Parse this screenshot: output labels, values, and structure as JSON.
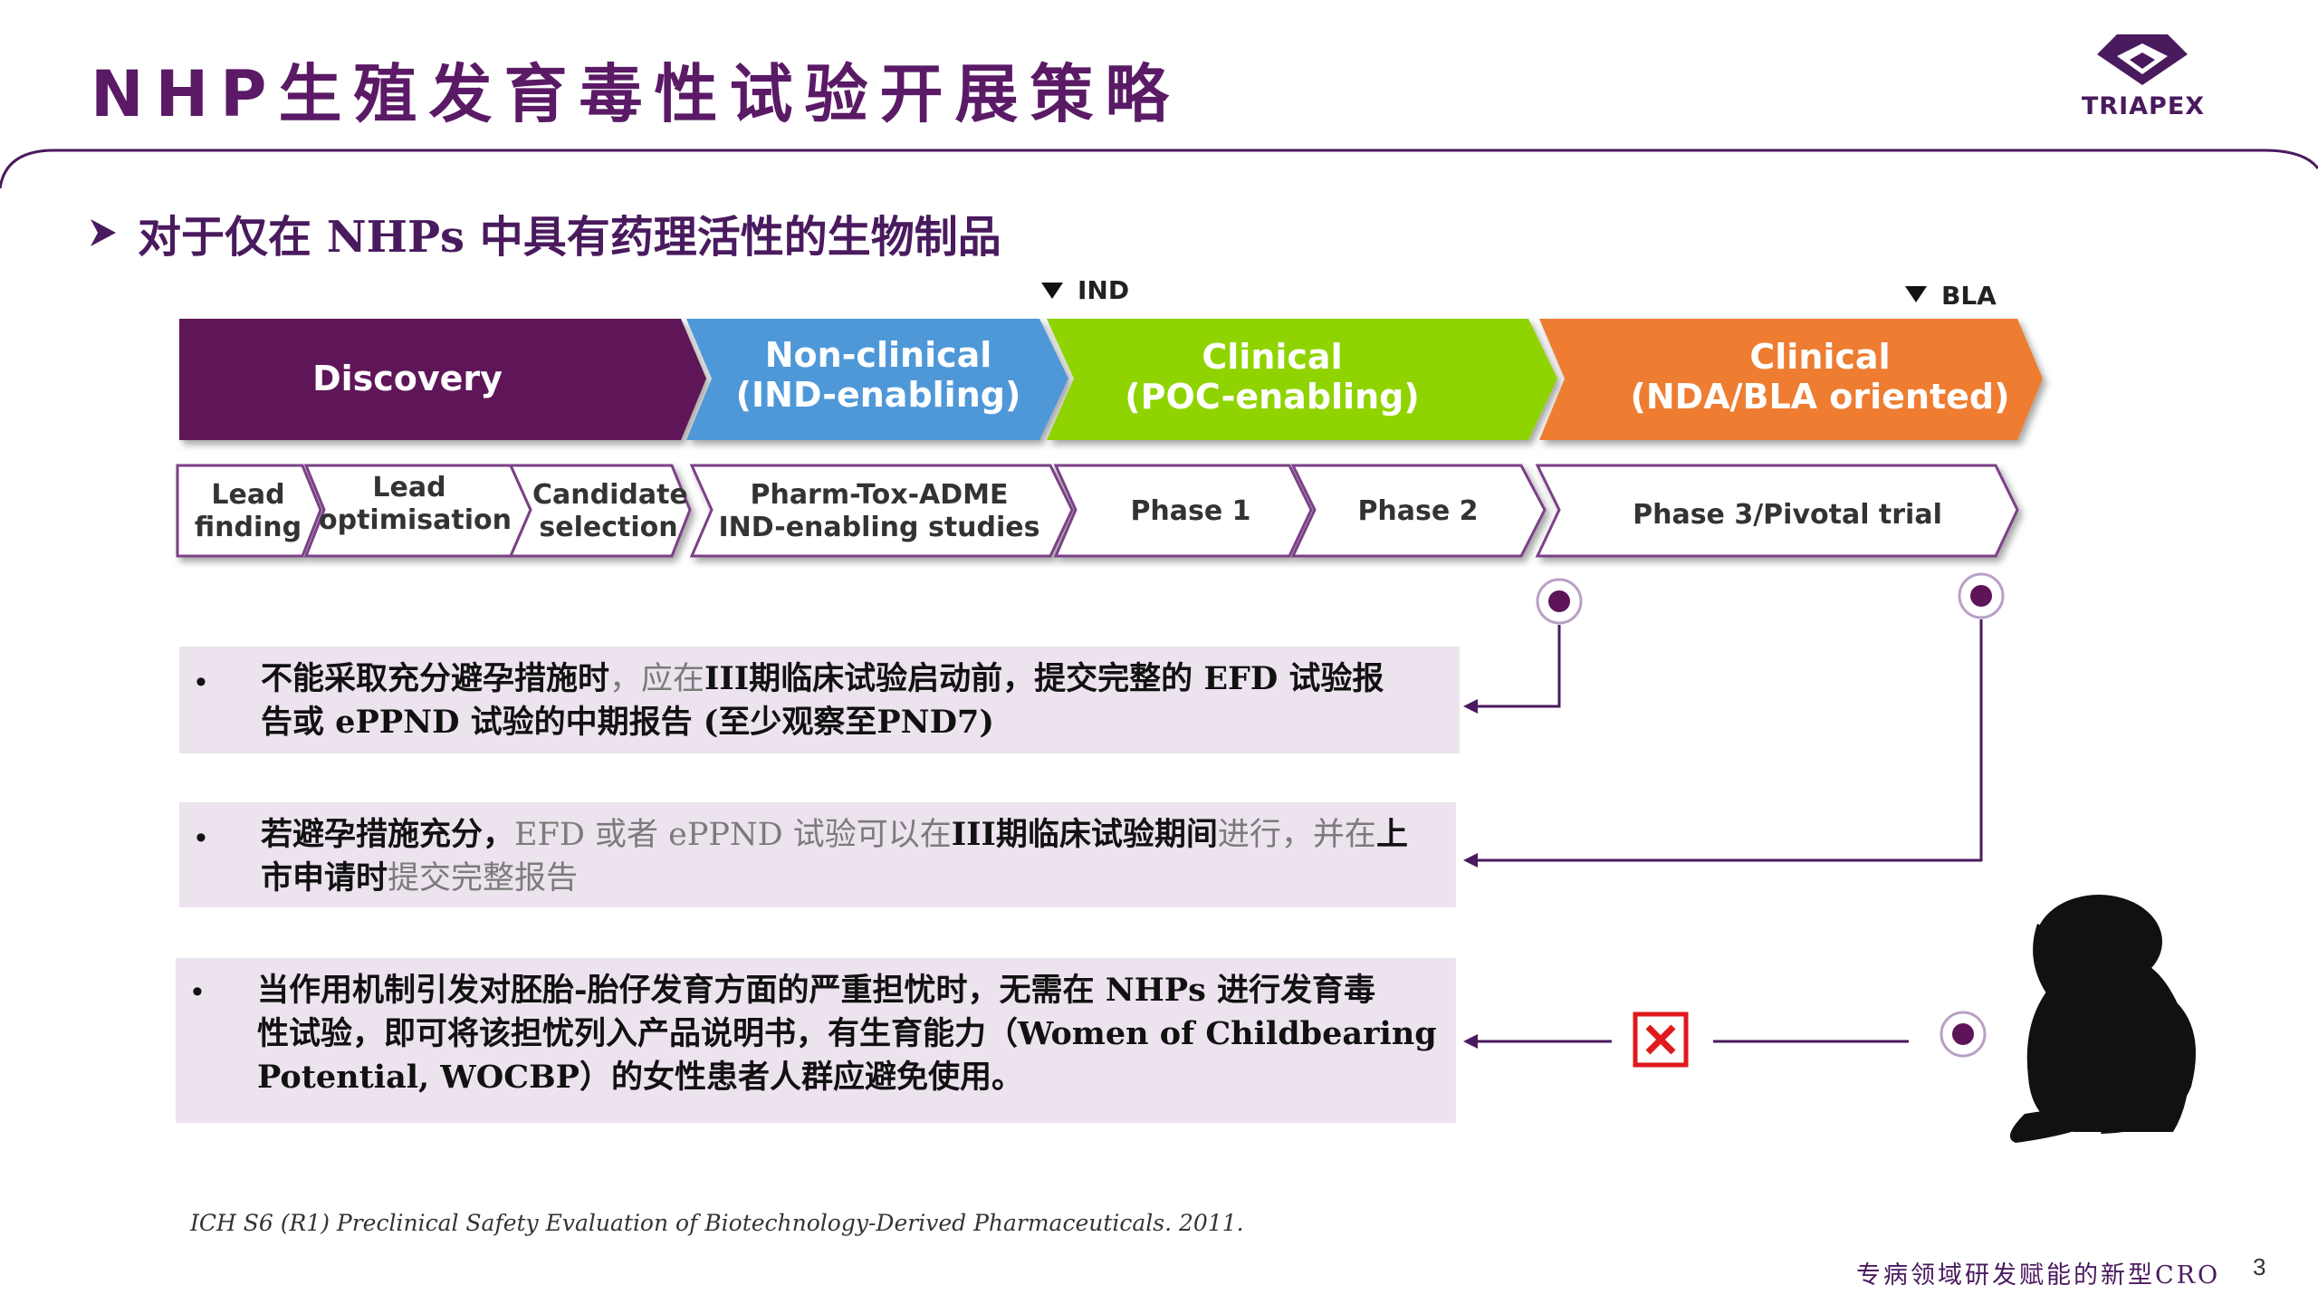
{
  "header": {
    "title": "NHP生殖发育毒性试验开展策略",
    "logo_text": "TRIAPEX"
  },
  "subtitle": "对于仅在 NHPs 中具有药理活性的生物制品",
  "markers": {
    "ind": "IND",
    "bla": "BLA"
  },
  "phases": [
    {
      "line1": "Discovery",
      "line2": "",
      "color": "#5e1458"
    },
    {
      "line1": "Non-clinical",
      "line2": "(IND-enabling)",
      "color": "#4f98d8"
    },
    {
      "line1": "Clinical",
      "line2": "(POC-enabling)",
      "color": "#8fd400"
    },
    {
      "line1": "Clinical",
      "line2": "(NDA/BLA oriented)",
      "color": "#ee7d31"
    }
  ],
  "steps": [
    {
      "line1": "Lead",
      "line2": "finding"
    },
    {
      "line1": "Lead",
      "line2": "optimisation"
    },
    {
      "line1": "Candidate",
      "line2": "selection"
    },
    {
      "line1": "Pharm-Tox-ADME",
      "line2": "IND-enabling studies"
    },
    {
      "line1": "Phase 1",
      "line2": ""
    },
    {
      "line1": "Phase 2",
      "line2": ""
    },
    {
      "line1": "Phase 3/Pivotal trial",
      "line2": ""
    }
  ],
  "bullets": {
    "b1": {
      "p1": "不能采取充分避孕措施时",
      "p2": "，应在",
      "p3": "III期临床试验启动前，提交完整的 EFD 试验报",
      "p4": "告或 ePPND 试验的中期报告 (至少观察至PND7)"
    },
    "b2": {
      "p1": "若避孕措施充分，",
      "p2": "EFD 或者 ePPND 试验可以在",
      "p3": "III期临床试验期间",
      "p4": "进行，并在",
      "p5": "上",
      "p6": "市申请时",
      "p7": "提交完整报告"
    },
    "b3": {
      "line1": "当作用机制引发对胚胎-胎仔发育方面的严重担忧时，无需在 NHPs 进行发育毒",
      "line2": "性试验，即可将该担忧列入产品说明书，有生育能力（Women of Childbearing",
      "line3": "Potential, WOCBP）的女性患者人群应避免使用。"
    }
  },
  "reference": "ICH S6 (R1) Preclinical Safety Evaluation of Biotechnology-Derived Pharmaceuticals. 2011.",
  "footer": {
    "tagline": "专病领域研发赋能的新型CRO",
    "page_number": "3"
  },
  "colors": {
    "brand_purple": "#5a1a66",
    "box_bg": "#ece3ee",
    "reject_red": "#e0191c"
  },
  "icons": [
    "triapex-logo",
    "chevron-bullet-icon",
    "down-triangle-icon",
    "circle-node-icon",
    "reject-x-icon",
    "monkey-silhouette"
  ]
}
